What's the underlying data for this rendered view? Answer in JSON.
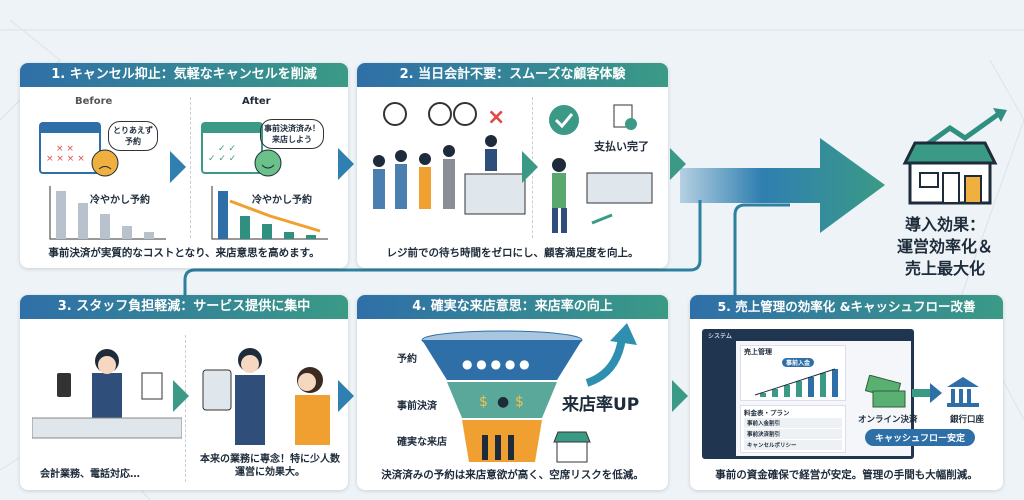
{
  "cards": [
    {
      "title": "1. キャンセル抑止：気軽なキャンセルを削減",
      "before_label": "Before",
      "after_label": "After",
      "before_bubble": "とりあえず予約",
      "after_bubble": "事前決済済み！来店しよう",
      "before_chart_label": "冷やかし予約",
      "after_chart_label": "冷やかし予約",
      "footer": "事前決済が実質的なコストとなり、来店意思を高めます。"
    },
    {
      "title": "2. 当日会計不要：スムーズな顧客体験",
      "done_label": "支払い完了",
      "footer": "レジ前での待ち時間をゼロにし、顧客満足度を向上。"
    },
    {
      "title": "3. スタッフ負担軽減：サービス提供に集中",
      "before_caption": "会計業務、電話対応…",
      "after_caption": "本来の業務に専念！特に少人数運営に効果大。"
    },
    {
      "title": "4. 確実な来店意思：来店率の向上",
      "funnel": [
        "予約",
        "事前決済",
        "確実な来店"
      ],
      "rate_label": "来店率UP",
      "footer": "決済済みの予約は来店意欲が高く、空席リスクを低減。"
    },
    {
      "title": "5. 売上管理の効率化 &キャッシュフロー改善",
      "system_label": "システム",
      "sales_label": "売上管理",
      "prepay_tag": "事前入金",
      "plan_label": "料金表・プラン",
      "plan_items": [
        "事前入金割引",
        "事前決済割引",
        "キャンセルポリシー"
      ],
      "online_label": "オンライン決済",
      "bank_label": "銀行口座",
      "badge": "キャッシュフロー安定",
      "footer": "事前の資金確保で経営が安定。管理の手間も大幅削減。"
    }
  ],
  "result": {
    "line1": "導入効果：",
    "line2": "運営効率化＆",
    "line3": "売上最大化"
  },
  "colors": {
    "blue": "#2f6fa8",
    "teal": "#3a9a86",
    "orange": "#f0a030"
  }
}
